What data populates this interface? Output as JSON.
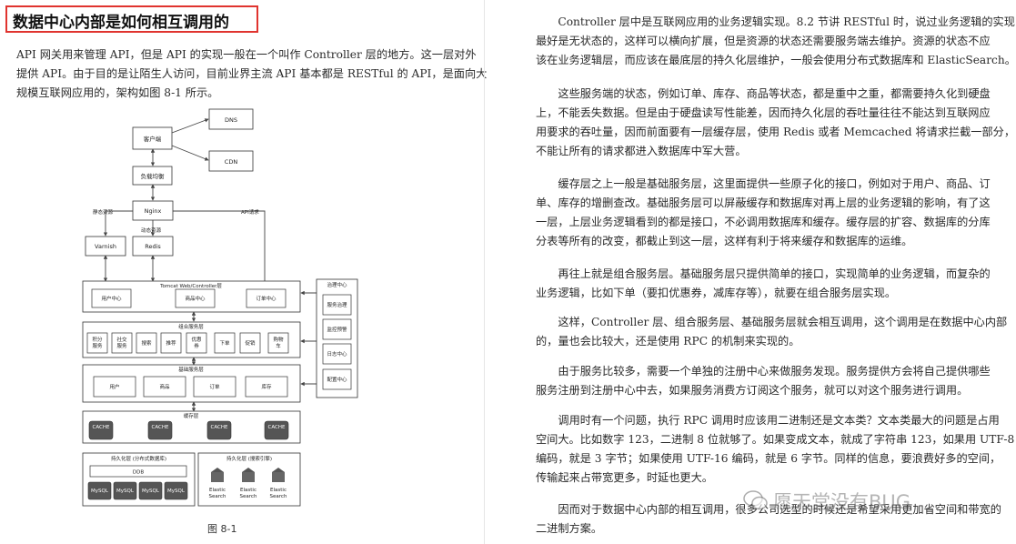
{
  "left_page": {
    "title": "数据中心内部是如何相互调用的",
    "paragraph_lines": [
      "API 网关用来管理 API，但是 API 的实现一般在一个叫作 Controller 层的地方。这一层对外",
      "提供 API。由于目的是让陌生人访问，目前业界主流 API 基本都是 RESTful 的 API，是面向大",
      "规模互联网应用的，架构如图 8-1 所示。"
    ],
    "figure_caption": "图 8-1",
    "diagram": {
      "client": "客户端",
      "dns": "DNS",
      "cdn": "CDN",
      "load_balancer": "负载均衡",
      "nginx": "Nginx",
      "static_label": "静态资源",
      "dynamic_label": "动态资源",
      "api_label": "API请求",
      "varnish": "Varnish",
      "redis": "Redis",
      "tomcat_title": "Tomcat Web/Controller层",
      "tomcat_items": [
        "用户中心",
        "商品中心",
        "订单中心"
      ],
      "combo_title": "组合服务层",
      "combo_items": [
        [
          "积分",
          "服务"
        ],
        [
          "社交",
          "服务"
        ],
        [
          "搜索"
        ],
        [
          "推荐"
        ],
        [
          "优惠",
          "券"
        ],
        [
          "下单"
        ],
        [
          "促销"
        ],
        [
          "购物",
          "车"
        ]
      ],
      "basic_title": "基础服务层",
      "basic_items": [
        "用户",
        "商品",
        "订单",
        "库存"
      ],
      "gov_title": "治理中心",
      "gov_items": [
        "服务治理",
        "监控预警",
        "日志中心",
        "配置中心"
      ],
      "cache_title": "缓存层",
      "cache_items": [
        "CACHE",
        "CACHE",
        "CACHE",
        "CACHE"
      ],
      "persist_db_title": "持久化层 (分布式数据库)",
      "ddb": "DDB",
      "mysql_items": [
        "MySQL",
        "MySQL",
        "MySQL",
        "MySQL"
      ],
      "persist_search_title": "持久化层 (搜索引擎)",
      "es_items": [
        [
          "Elastic",
          "Search"
        ],
        [
          "Elastic",
          "Search"
        ],
        [
          "Elastic",
          "Search"
        ]
      ]
    }
  },
  "right_page": {
    "paragraphs": [
      [
        "Controller 层中是互联网应用的业务逻辑实现。8.2 节讲 RESTful 时，说过业务逻辑的实现",
        "最好是无状态的，这样可以横向扩展，但是资源的状态还需要服务端去维护。资源的状态不应",
        "该在业务逻辑层，而应该在最底层的持久化层维护，一般会使用分布式数据库和 ElasticSearch。"
      ],
      [
        "这些服务端的状态，例如订单、库存、商品等状态，都是重中之重，都需要持久化到硬盘",
        "上，不能丢失数据。但是由于硬盘读写性能差，因而持久化层的吞吐量往往不能达到互联网应",
        "用要求的吞吐量，因而前面要有一层缓存层，使用 Redis 或者 Memcached 将请求拦截一部分，",
        "不能让所有的请求都进入数据库中军大营。"
      ],
      [
        "缓存层之上一般是基础服务层，这里面提供一些原子化的接口，例如对于用户、商品、订",
        "单、库存的增删查改。基础服务层可以屏蔽缓存和数据库对再上层的业务逻辑的影响，有了这",
        "一层，上层业务逻辑看到的都是接口，不必调用数据库和缓存。缓存层的扩容、数据库的分库",
        "分表等所有的改变，都截止到这一层，这样有利于将来缓存和数据库的运维。"
      ],
      [
        "再往上就是组合服务层。基础服务层只提供简单的接口，实现简单的业务逻辑，而复杂的",
        "业务逻辑，比如下单（要扣优惠券，减库存等），就要在组合服务层实现。"
      ],
      [
        "这样，Controller 层、组合服务层、基础服务层就会相互调用，这个调用是在数据中心内部",
        "的，量也会比较大，还是使用 RPC 的机制来实现的。"
      ],
      [
        "由于服务比较多，需要一个单独的注册中心来做服务发现。服务提供方会将自己提供哪些",
        "服务注册到注册中心中去，如果服务消费方订阅这个服务，就可以对这个服务进行调用。"
      ],
      [
        "调用时有一个问题，执行 RPC 调用时应该用二进制还是文本类？文本类最大的问题是占用",
        "空间大。比如数字 123，二进制 8 位就够了。如果变成文本，就成了字符串 123，如果用 UTF-8",
        "编码，就是 3 字节；如果使用 UTF-16 编码，就是 6 字节。同样的信息，要浪费好多的空间，",
        "传输起来占带宽更多，时延也更大。"
      ],
      [
        "因而对于数据中心内部的相互调用，很多公司选型的时候还是希望采用更加省空间和带宽的",
        "二进制方案。"
      ]
    ],
    "watermark": "愿天堂没有BUG"
  }
}
